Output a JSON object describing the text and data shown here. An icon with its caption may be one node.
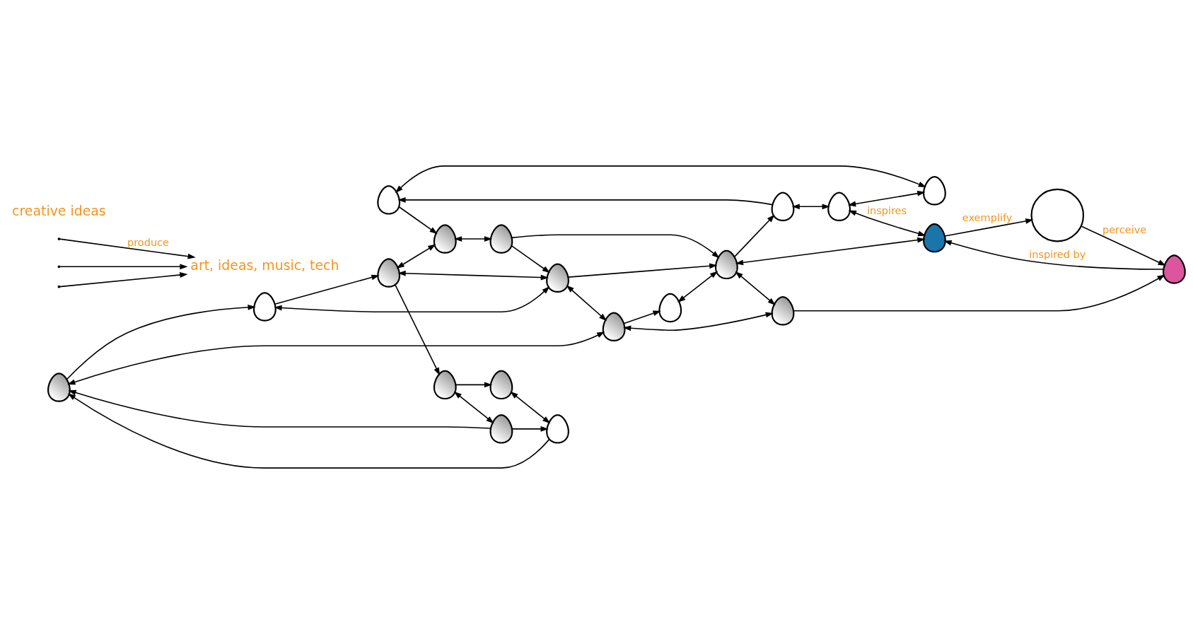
{
  "diagram": {
    "nodes": [
      {
        "text": [],
        "shape": "person"
      },
      {
        "text": [],
        "shape": "person"
      },
      {
        "text": [],
        "shape": "person"
      },
      {
        "text": [],
        "shape": "person"
      },
      {
        "text": [],
        "shape": "person"
      },
      {
        "text": [],
        "shape": "person"
      },
      {
        "text": [],
        "shape": "person"
      },
      {
        "text": [],
        "shape": "person"
      },
      {
        "text": [],
        "shape": "person"
      },
      {
        "text": [],
        "shape": "person"
      },
      {
        "text": [],
        "shape": "person"
      },
      {
        "text": [],
        "shape": "person"
      },
      {
        "text": [],
        "shape": "person"
      },
      {
        "text": [],
        "shape": "person"
      },
      {
        "text": [],
        "shape": "globe"
      },
      {
        "text": [],
        "shape": "person"
      },
      {
        "text": [],
        "shape": "person"
      },
      {
        "text": [],
        "shape": "person"
      },
      {
        "text": [],
        "shape": "person"
      },
      {
        "text": [],
        "shape": "person"
      },
      {
        "text": [],
        "shape": "person"
      },
      {
        "text": [
          "art, ideas, music, tech"
        ]
      }
    ],
    "edges": [
      {
        "from": 0,
        "to": 2,
        "arrow": "to"
      },
      {
        "from": 0,
        "to": 1,
        "arrow": "both"
      },
      {
        "from": 3,
        "to": 0,
        "arrow": "to"
      },
      {
        "from": 5,
        "to": 1,
        "arrow": "both"
      },
      {
        "from": 4,
        "to": 2,
        "arrow": "both"
      },
      {
        "from": 2,
        "to": 6,
        "arrow": "both"
      },
      {
        "from": 4,
        "to": 7,
        "arrow": "to"
      },
      {
        "from": 8,
        "to": 4,
        "arrow": "to"
      },
      {
        "from": 4,
        "to": 11,
        "arrow": "both"
      },
      {
        "from": 3,
        "to": 5,
        "arrow": "both"
      },
      {
        "from": 9,
        "to": 3,
        "arrow": "to"
      },
      {
        "from": 5,
        "to": 10,
        "arrow": "both",
        "label": "inspires"
      },
      {
        "from": 6,
        "to": 9,
        "arrow": "to"
      },
      {
        "from": 6,
        "to": 11,
        "arrow": "to"
      },
      {
        "from": 8,
        "to": 11,
        "arrow": "both"
      },
      {
        "from": 11,
        "to": 9,
        "arrow": "to"
      },
      {
        "from": 9,
        "to": 10,
        "arrow": "both"
      },
      {
        "from": 7,
        "to": 12,
        "arrow": "to"
      },
      {
        "from": 7,
        "to": 13,
        "arrow": "both"
      },
      {
        "from": 12,
        "to": 19,
        "arrow": "both"
      },
      {
        "from": 13,
        "to": 19,
        "arrow": "to"
      },
      {
        "from": 13,
        "to": 17,
        "arrow": "to"
      },
      {
        "from": 17,
        "to": 8,
        "arrow": "to"
      },
      {
        "from": 19,
        "to": 17,
        "arrow": "to"
      },
      {
        "from": 17,
        "to": 18,
        "arrow": "both"
      },
      {
        "from": 11,
        "to": 18,
        "arrow": "both"
      },
      {
        "from": 18,
        "to": 15,
        "arrow": "to"
      },
      {
        "from": 15,
        "to": 9,
        "arrow": "both"
      },
      {
        "from": 18,
        "to": 20,
        "arrow": "both"
      },
      {
        "from": 9,
        "to": 20,
        "arrow": "both"
      },
      {
        "from": 20,
        "to": 16,
        "arrow": "to"
      },
      {
        "from": 16,
        "to": 10,
        "arrow": "to",
        "label": "inspired by"
      },
      {
        "from": 10,
        "to": 14,
        "arrow": "to",
        "label": "exemplify"
      },
      {
        "from": 14,
        "to": 16,
        "arrow": "to",
        "label": "perceive"
      },
      {
        "from": null,
        "to": 21,
        "arrow": "to",
        "label": "produce"
      },
      {
        "from": null,
        "to": 21,
        "arrow": "to"
      },
      {
        "from": null,
        "to": 21,
        "arrow": "to"
      }
    ],
    "labels": [
      "creative ideas"
    ]
  }
}
